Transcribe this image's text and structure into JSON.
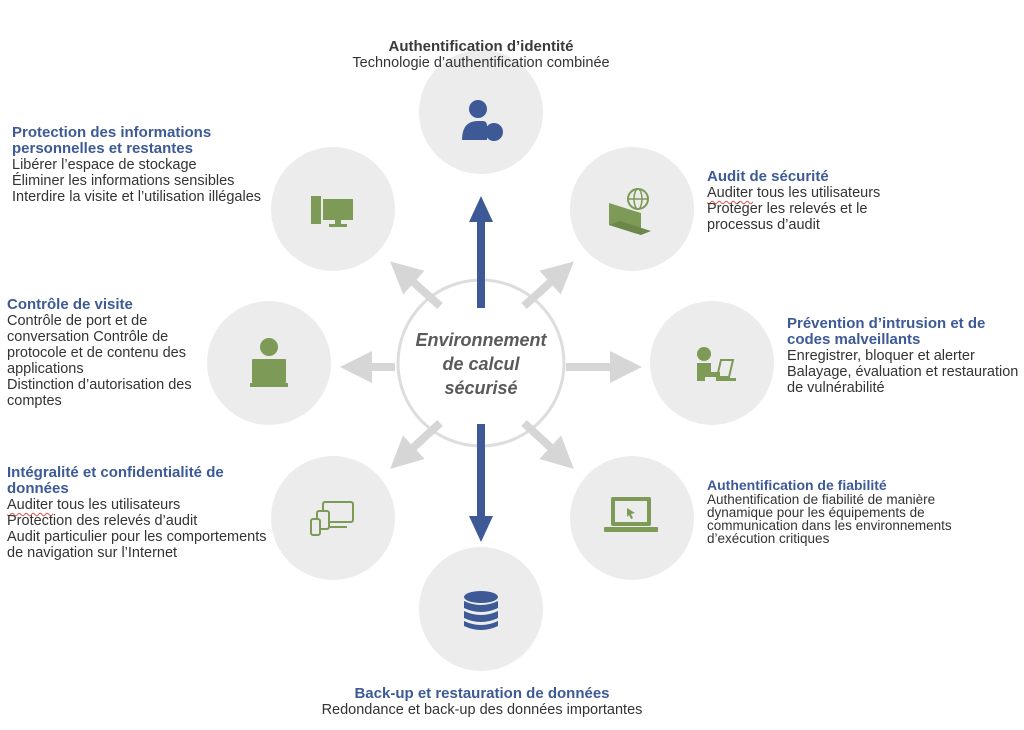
{
  "center": {
    "lines": [
      "Environnement",
      "de calcul",
      "sécurisé"
    ]
  },
  "colors": {
    "node_bg": "#ececec",
    "arrow_main": "#3d5a96",
    "arrow_light": "#d6d6d6",
    "icon_blue": "#3d5a96",
    "icon_green": "#7d9a57",
    "title_blue": "#3d5a96"
  },
  "nodes": {
    "top": {
      "icon": "user-shield-icon",
      "title": "Authentification d’identité",
      "lines": [
        "Technologie d’authentification combinée"
      ]
    },
    "top_left": {
      "icon": "desktop-computer-icon",
      "title": "Protection des informations personnelles et restantes",
      "lines": [
        "Libérer l’espace de stockage",
        "Éliminer les informations sensibles",
        "Interdire la visite et l’utilisation illégales"
      ]
    },
    "top_right": {
      "icon": "laptop-globe-icon",
      "title": "Audit de sécurité",
      "lines_first_word": "Auditer",
      "lines_first_rest": " tous les utilisateurs",
      "lines": [
        "Protéger les relevés et le processus d’audit"
      ]
    },
    "left": {
      "icon": "user-terminal-icon",
      "title": "Contrôle de visite",
      "lines": [
        "Contrôle de port et de conversation Contrôle de protocole et de contenu des applications",
        "Distinction d’autorisation des comptes"
      ]
    },
    "right": {
      "icon": "person-at-laptop-icon",
      "title": "Prévention d’intrusion et de codes malveillants",
      "lines": [
        "Enregistrer, bloquer et alerter",
        "Balayage, évaluation et restauration de vulnérabilité"
      ]
    },
    "bottom_left": {
      "icon": "multi-device-icon",
      "title": "Intégralité et confidentialité de données",
      "lines_first_word": "Auditer",
      "lines_first_rest": " tous les utilisateurs",
      "lines": [
        "Protection des relevés d’audit",
        "Audit particulier pour les comportements de navigation sur l’Internet"
      ]
    },
    "bottom_right": {
      "icon": "laptop-cursor-icon",
      "title": "Authentification de fiabilité",
      "lines": [
        "Authentification de fiabilité de manière dynamique pour les équipements de communication dans les environnements d’exécution critiques"
      ]
    },
    "bottom": {
      "icon": "database-icon",
      "title": "Back-up et restauration de données",
      "lines": [
        "Redondance et back-up des données importantes"
      ]
    }
  }
}
